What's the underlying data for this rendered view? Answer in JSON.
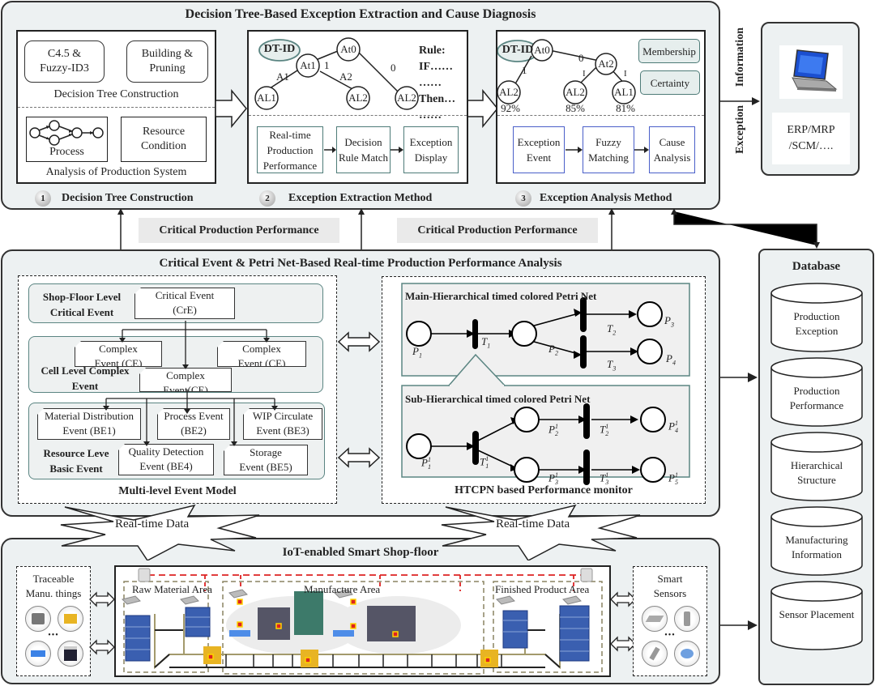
{
  "top_panel": {
    "title": "Decision Tree-Based Exception Extraction and Cause Diagnosis",
    "module1": {
      "box_a": "C4.5 & Fuzzy-ID3",
      "box_b": "Building & Pruning",
      "upper_caption": "Decision Tree Construction",
      "process_label": "Process",
      "resource_box": "Resource Condition",
      "lower_caption": "Analysis of Production System",
      "number": "1",
      "footer": "Decision Tree Construction"
    },
    "module2": {
      "dt_id": "DT-ID",
      "nodes": {
        "root": "At0",
        "mid": "At1",
        "leaf1": "AL1",
        "leaf2": "AL2",
        "leaf3": "AL2"
      },
      "edges": {
        "root_left": "1",
        "root_right": "0",
        "mid_left": "A1",
        "mid_right": "A2"
      },
      "rule_lines": [
        "Rule:",
        "IF……",
        "……",
        "Then…",
        "……"
      ],
      "flow": [
        "Real-time Production Performance",
        "Decision Rule Match",
        "Exception Display"
      ],
      "number": "2",
      "footer": "Exception Extraction Method"
    },
    "module3": {
      "dt_id": "DT-ID",
      "nodes": {
        "root": "At0",
        "mid": "At2",
        "leaf1": "AL2",
        "leaf2": "AL2",
        "leaf3": "AL1"
      },
      "edges": {
        "root_left": "1",
        "root_right": "0",
        "mid_left": "I",
        "mid_right": "I"
      },
      "percentages": [
        "92%",
        "85%",
        "81%"
      ],
      "membership": "Membership",
      "certainty": "Certainty",
      "flow": [
        "Exception Event",
        "Fuzzy Matching",
        "Cause Analysis"
      ],
      "number": "3",
      "footer": "Exception Analysis Method"
    }
  },
  "exception_info_label": [
    "Exception",
    "Information"
  ],
  "erp_box": {
    "text": "ERP/MRP /SCM/…."
  },
  "perf_labels": [
    "Critical Production Performance",
    "Critical Production Performance"
  ],
  "middle_panel": {
    "title": "Critical Event & Petri Net-Based Real-time Production Performance Analysis",
    "event_model": {
      "caption": "Multi-level Event Model",
      "shop_level": {
        "label": "Shop-Floor Level Critical Event",
        "event": "Critical Event (CrE)"
      },
      "cell_level": {
        "label": "Cell Level Complex Event",
        "events": [
          "Complex Event (CE)",
          "Complex Event (CE)",
          "Complex Event(CE)"
        ]
      },
      "resource_level": {
        "label": "Resource Leve Basic Event",
        "events": [
          "Material Distribution Event (BE1)",
          "Process Event (BE2)",
          "WIP Circulate Event (BE3)",
          "Quality Detection Event (BE4)",
          "Storage Event (BE5)"
        ]
      }
    },
    "petri": {
      "caption": "HTCPN based Performance monitor",
      "main_title": "Main-Hierarchical timed colored Petri Net",
      "sub_title": "Sub-Hierarchical timed colored Petri Net",
      "main_labels": {
        "P1": "P",
        "T1": "T",
        "P2": "P",
        "T2": "T",
        "T3": "T",
        "P3": "P",
        "P4": "P"
      },
      "main_subs": {
        "P1": "1",
        "T1": "1",
        "P2": "2",
        "T2": "2",
        "T3": "3",
        "P3": "3",
        "P4": "4"
      },
      "sub_subs": {
        "P1": "1",
        "T1": "1",
        "P2": "2",
        "P3": "3",
        "T2": "2",
        "T3": "3",
        "P4": "4",
        "P5": "5"
      },
      "sup": "1"
    }
  },
  "realtime_labels": [
    "Real-time Data",
    "Real-time Data"
  ],
  "bottom_panel": {
    "title": "IoT-enabled Smart Shop-floor",
    "traceable": "Traceable Manu. things",
    "areas": [
      "Raw Material Area",
      "Manufacture Area",
      "Finished Product Area"
    ],
    "smart_sensors": "Smart Sensors",
    "ellipsis": "•••"
  },
  "database": {
    "title": "Database",
    "items": [
      "Production Exception",
      "Production Performance",
      "Hierarchical Structure",
      "Manufacturing Information",
      "Sensor Placement"
    ]
  }
}
